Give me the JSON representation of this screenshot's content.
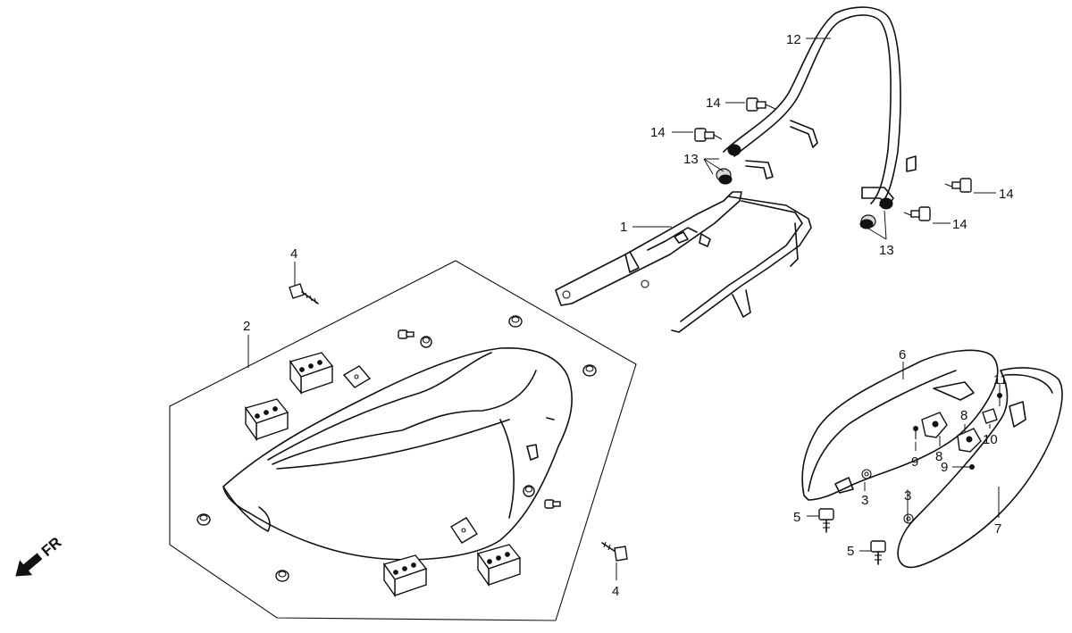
{
  "direction_marker": {
    "label": "FR"
  },
  "callouts": {
    "c1": "1",
    "c2": "2",
    "c3a": "3",
    "c3b": "3",
    "c4a": "4",
    "c4b": "4",
    "c5a": "5",
    "c5b": "5",
    "c6": "6",
    "c7": "7",
    "c8a": "8",
    "c8b": "8",
    "c9a": "9",
    "c9b": "9",
    "c10": "10",
    "c11": "11",
    "c12": "12",
    "c13a": "13",
    "c13b": "13",
    "c14a": "14",
    "c14b": "14",
    "c14c": "14",
    "c14d": "14"
  }
}
